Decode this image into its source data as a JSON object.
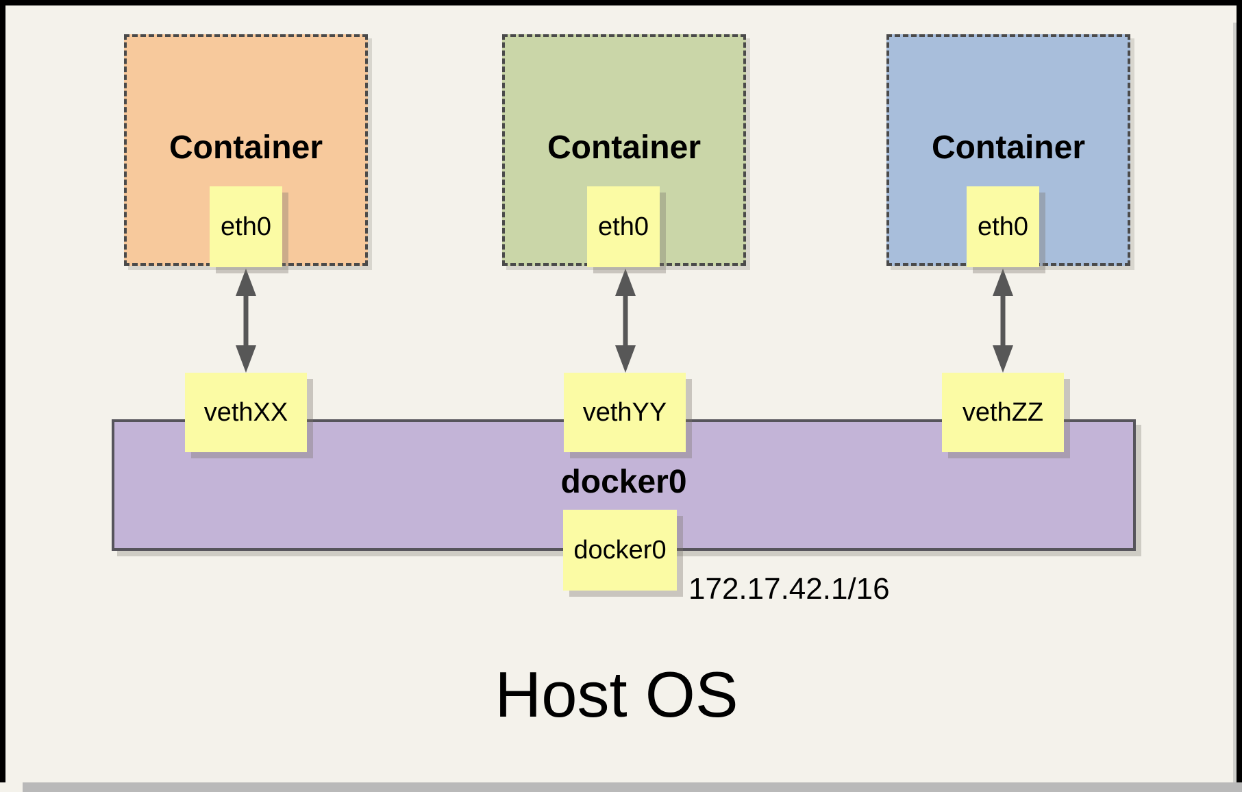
{
  "host": {
    "label": "Host OS"
  },
  "bridge": {
    "name_label": "docker0",
    "interface_label": "docker0",
    "ip": "172.17.42.1/16",
    "fill": "#c3b4d7",
    "border_color": "#56545b"
  },
  "containers": [
    {
      "label": "Container",
      "interface_label": "eth0",
      "veth_label": "vethXX",
      "fill": "#f7c99c"
    },
    {
      "label": "Container",
      "interface_label": "eth0",
      "veth_label": "vethYY",
      "fill": "#cad6a8"
    },
    {
      "label": "Container",
      "interface_label": "eth0",
      "veth_label": "vethZZ",
      "fill": "#a8bedb"
    }
  ],
  "colors": {
    "background": "#f4f2eb",
    "frame": "#000000",
    "interface_box": "#fbfba4",
    "dashed_border": "#4a4a4a",
    "arrow": "#575757",
    "shadow": "#b9b9b9"
  }
}
